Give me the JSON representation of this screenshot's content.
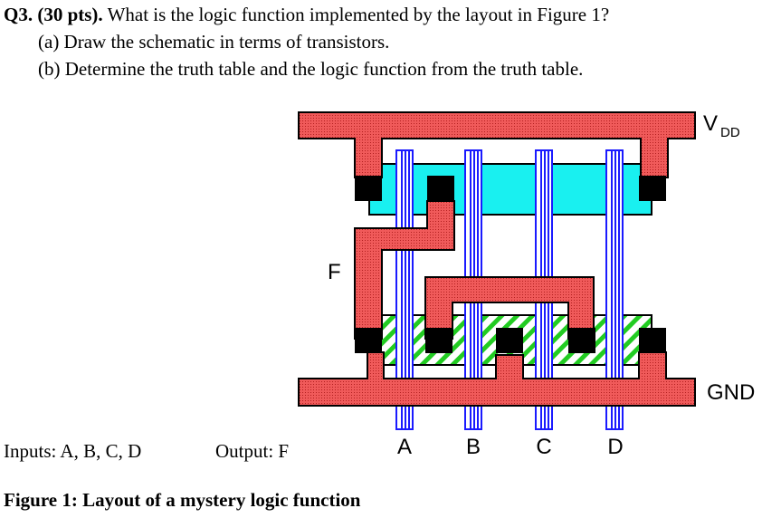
{
  "question": {
    "number": "Q3.",
    "points": "(30 pts).",
    "prompt": "What is the logic function implemented by the layout in Figure 1?",
    "part_a": "(a)  Draw the schematic in terms of transistors.",
    "part_b": "(b)  Determine the truth table and the logic function from the truth table."
  },
  "layout": {
    "vdd_main": "V",
    "vdd_sub": "DD",
    "gnd": "GND",
    "output_node": "F",
    "gates": [
      "A",
      "B",
      "C",
      "D"
    ],
    "colors": {
      "metal": "#f05a5a",
      "metal_dots": "#b32020",
      "pdiff": "#19f0f0",
      "ndiff_stripe": "#22cc22",
      "poly": "#1a1aff",
      "contact": "#000000"
    }
  },
  "footer": {
    "inputs": "Inputs: A, B, C, D",
    "output": "Output: F",
    "caption": "Figure 1: Layout of a mystery logic function"
  }
}
